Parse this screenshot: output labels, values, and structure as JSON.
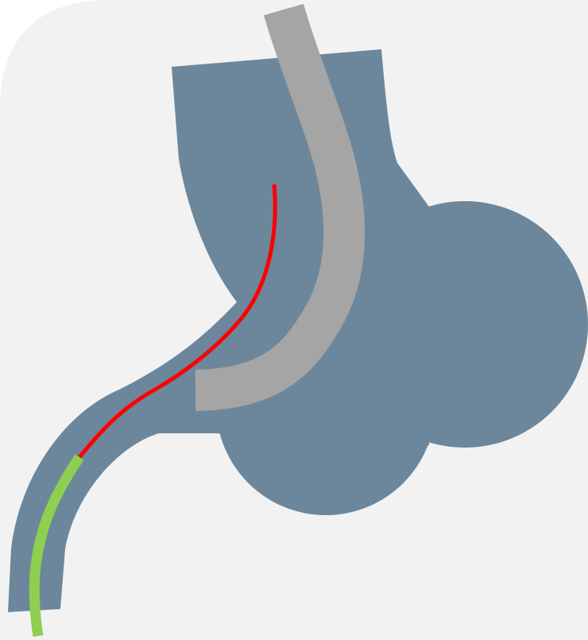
{
  "colors": {
    "panel": "#f2f2f2",
    "organ": "#6c879c",
    "tube": "#a5a5a5",
    "wire_red": "#ff0000",
    "wire_green": "#8ecf4f"
  },
  "icons": [
    "stomach-organ-shape",
    "gastric-tube-shape",
    "guidewire-shape"
  ]
}
